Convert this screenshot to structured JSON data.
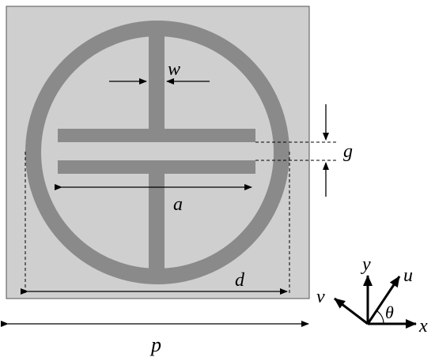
{
  "labels": {
    "w": "w",
    "g": "g",
    "a": "a",
    "d": "d",
    "p": "p",
    "axis_x": "x",
    "axis_y": "y",
    "axis_u": "u",
    "axis_v": "v",
    "angle": "θ"
  },
  "colors": {
    "substrate": "#cfcfcf",
    "metal": "#8a8a8a",
    "line": "#000000",
    "background": "#ffffff"
  }
}
